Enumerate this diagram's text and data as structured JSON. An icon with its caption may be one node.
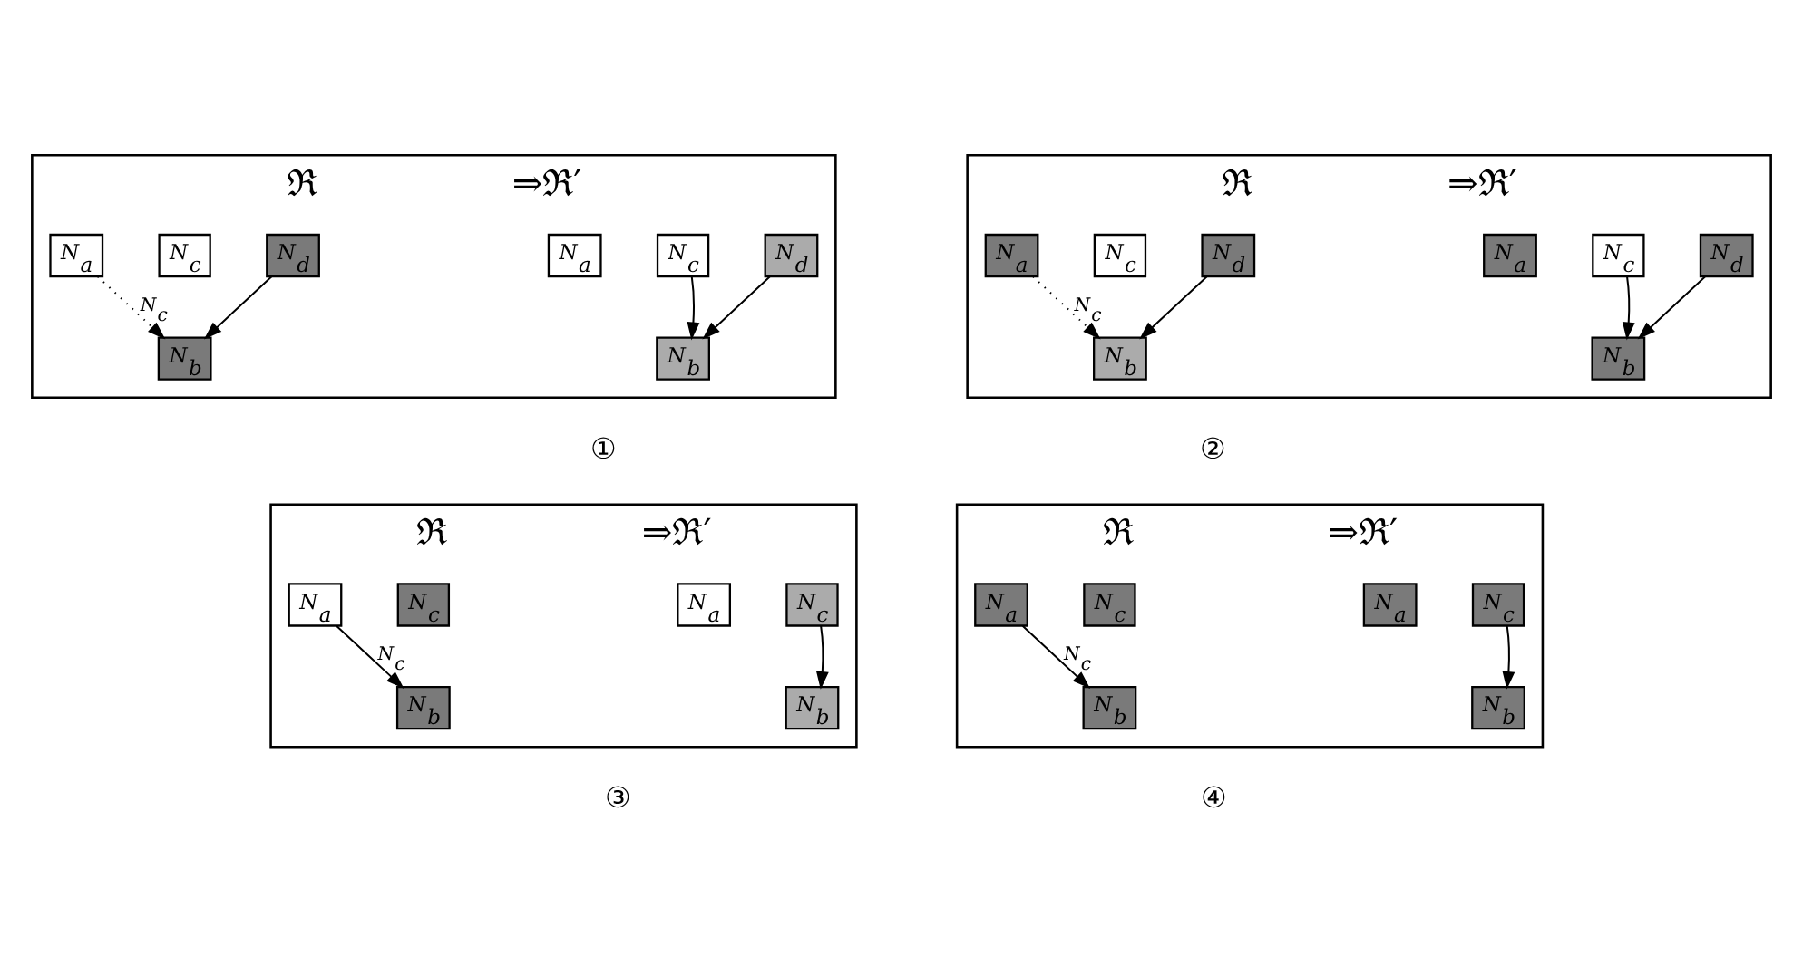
{
  "diagram": {
    "nodes": [
      {
        "text": [
          "ℜ",
          "⇒ℜ′"
        ],
        "beside": [
          "①"
        ]
      },
      {
        "text": [
          "N$_{a}$"
        ],
        "in": 0
      },
      {
        "text": [
          "N$_{c}$"
        ],
        "in": 0
      },
      {
        "text": [
          "N$_{d}$"
        ],
        "in": 0
      },
      {
        "text": [
          "N$_{a}$"
        ],
        "in": 0
      },
      {
        "text": [
          "N$_{c}$"
        ],
        "in": 0
      },
      {
        "text": [
          "N$_{d}$"
        ],
        "in": 0
      },
      {
        "text": [
          "N$_{b}$"
        ],
        "in": 0
      },
      {
        "text": [
          "N$_{b}$"
        ],
        "in": 0
      },
      {
        "text": [
          "ℜ",
          "⇒ℜ′"
        ],
        "beside": [
          "②"
        ]
      },
      {
        "text": [
          "N$_{a}$"
        ],
        "in": 9
      },
      {
        "text": [
          "N$_{c}$"
        ],
        "in": 9
      },
      {
        "text": [
          "N$_{d}$"
        ],
        "in": 9
      },
      {
        "text": [
          "N$_{a}$"
        ],
        "in": 9
      },
      {
        "text": [
          "N$_{c}$"
        ],
        "in": 9
      },
      {
        "text": [
          "N$_{d}$"
        ],
        "in": 9
      },
      {
        "text": [
          "N$_{b}$"
        ],
        "in": 9
      },
      {
        "text": [
          "N$_{b}$"
        ],
        "in": 9
      },
      {
        "text": [
          "ℜ",
          "⇒ℜ′"
        ],
        "beside": [
          "③"
        ]
      },
      {
        "text": [
          "N$_{a}$"
        ],
        "in": 18
      },
      {
        "text": [
          "N$_{c}$"
        ],
        "in": 18
      },
      {
        "text": [
          "N$_{a}$"
        ],
        "in": 18
      },
      {
        "text": [
          "N$_{c}$"
        ],
        "in": 18
      },
      {
        "text": [
          "N$_{b}$"
        ],
        "in": 18
      },
      {
        "text": [
          "N$_{b}$"
        ],
        "in": 18
      },
      {
        "text": [
          "ℜ",
          "⇒ℜ′"
        ],
        "beside": [
          "④"
        ]
      },
      {
        "text": [
          "N$_{a}$"
        ],
        "in": 25
      },
      {
        "text": [
          "N$_{c}$"
        ],
        "in": 25
      },
      {
        "text": [
          "N$_{a}$"
        ],
        "in": 25
      },
      {
        "text": [
          "N$_{c}$"
        ],
        "in": 25
      },
      {
        "text": [
          "N$_{b}$"
        ],
        "in": 25
      },
      {
        "text": [
          "N$_{b}$"
        ],
        "in": 25
      }
    ],
    "edges": [
      {
        "from": 1,
        "to": 7,
        "arrow": "to",
        "label": "N$_{c}$",
        "style": "dashed"
      },
      {
        "from": 3,
        "to": 7,
        "arrow": "to"
      },
      {
        "from": 5,
        "to": 8,
        "arrow": "to"
      },
      {
        "from": 6,
        "to": 8,
        "arrow": "to"
      },
      {
        "from": 10,
        "to": 16,
        "arrow": "to",
        "label": "N$_{c}$",
        "style": "dashed"
      },
      {
        "from": 12,
        "to": 16,
        "arrow": "to"
      },
      {
        "from": 14,
        "to": 17,
        "arrow": "to"
      },
      {
        "from": 15,
        "to": 17,
        "arrow": "to"
      },
      {
        "from": 19,
        "to": 23,
        "arrow": "to",
        "label": "N$_{c}$"
      },
      {
        "from": 22,
        "to": 24,
        "arrow": "to"
      },
      {
        "from": 26,
        "to": 30,
        "arrow": "to",
        "label": "N$_{c}$"
      },
      {
        "from": 29,
        "to": 31,
        "arrow": "to"
      }
    ]
  }
}
